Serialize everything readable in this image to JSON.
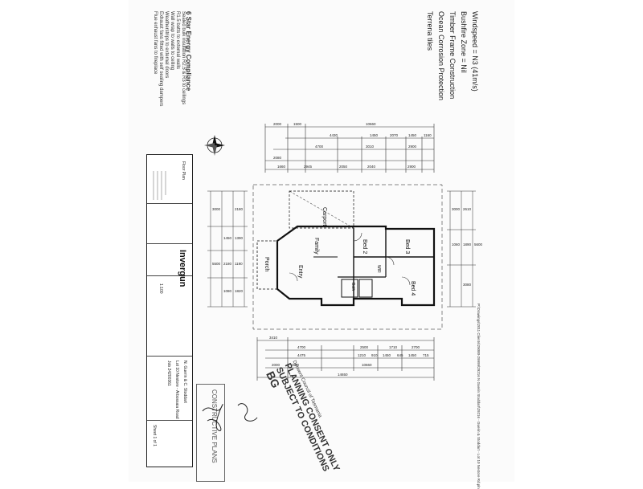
{
  "notes": {
    "lines": [
      "Windspeed = N3 (41m/s)",
      "Bushfire Zone = Nil",
      "Timber Frame Construction",
      "Ocean Corrosion Protection",
      "Terrena tiles"
    ]
  },
  "energy": {
    "heading": "6 Star Energy Compliance",
    "lines": [
      "Sealed bulk insulation R2.5 & R3 to ceilings",
      "R1.5 batts to external walls",
      "Wall wrap to walls to ceiling",
      "Weatherstrips to external doors",
      "Exhaust fans fitted with self sealing dampers",
      "Flue exhaust fans to fireplace"
    ]
  },
  "titleblock": {
    "client": "Lot 10 Nestore - Arbossaia Road",
    "owner": "N. Guerin & C. Stoddart",
    "job": "Job 24200361",
    "brand": "Invergun",
    "drawing": "Floor Plan",
    "scale": "1:100",
    "sheet": "Sheet 1 of 1"
  },
  "stamp": {
    "line1": "PLANNING CONSENT ONLY",
    "line2": "SUBJECT TO CONDITIONS",
    "line3": "Derwent Council of Tasmania",
    "line4": "CONSTRUCTIVE PLANS",
    "initials": "BG"
  },
  "filepath": "P:\\Drawings\\2011 Clients\\29000-29999\\29216 N Guerin Stoddart\\29216 - Guerin & Stoddart - Lot 10 Nestore Rd.pln",
  "plan": {
    "rooms": {
      "carport": "Carport",
      "family": "Family",
      "bed2": "Bed 2",
      "bed3": "Bed 3",
      "bed4": "Bed 4",
      "porch": "Porch",
      "entry": "Entry",
      "bath": "Bath",
      "wir": "WIR"
    },
    "dims_top": [
      "2000",
      "1500",
      "10660",
      "4430",
      "1450",
      "2070",
      "1450",
      "1160",
      "4700",
      "3010",
      "2900",
      "2080",
      "1660",
      "2945",
      "2050",
      "2040",
      "2900"
    ],
    "dims_bottom": [
      "3410",
      "4700",
      "2500",
      "1710",
      "2700",
      "4475",
      "1210",
      "910",
      "1450",
      "645",
      "1450",
      "715",
      "2000",
      "1500",
      "10660",
      "14650"
    ],
    "dims_left": [
      "3000",
      "2180",
      "1450",
      "1390",
      "5500",
      "2180",
      "1190",
      "1080",
      "1820"
    ],
    "dims_right": [
      "3000",
      "2610",
      "1060",
      "1890",
      "5600",
      "3080"
    ]
  }
}
